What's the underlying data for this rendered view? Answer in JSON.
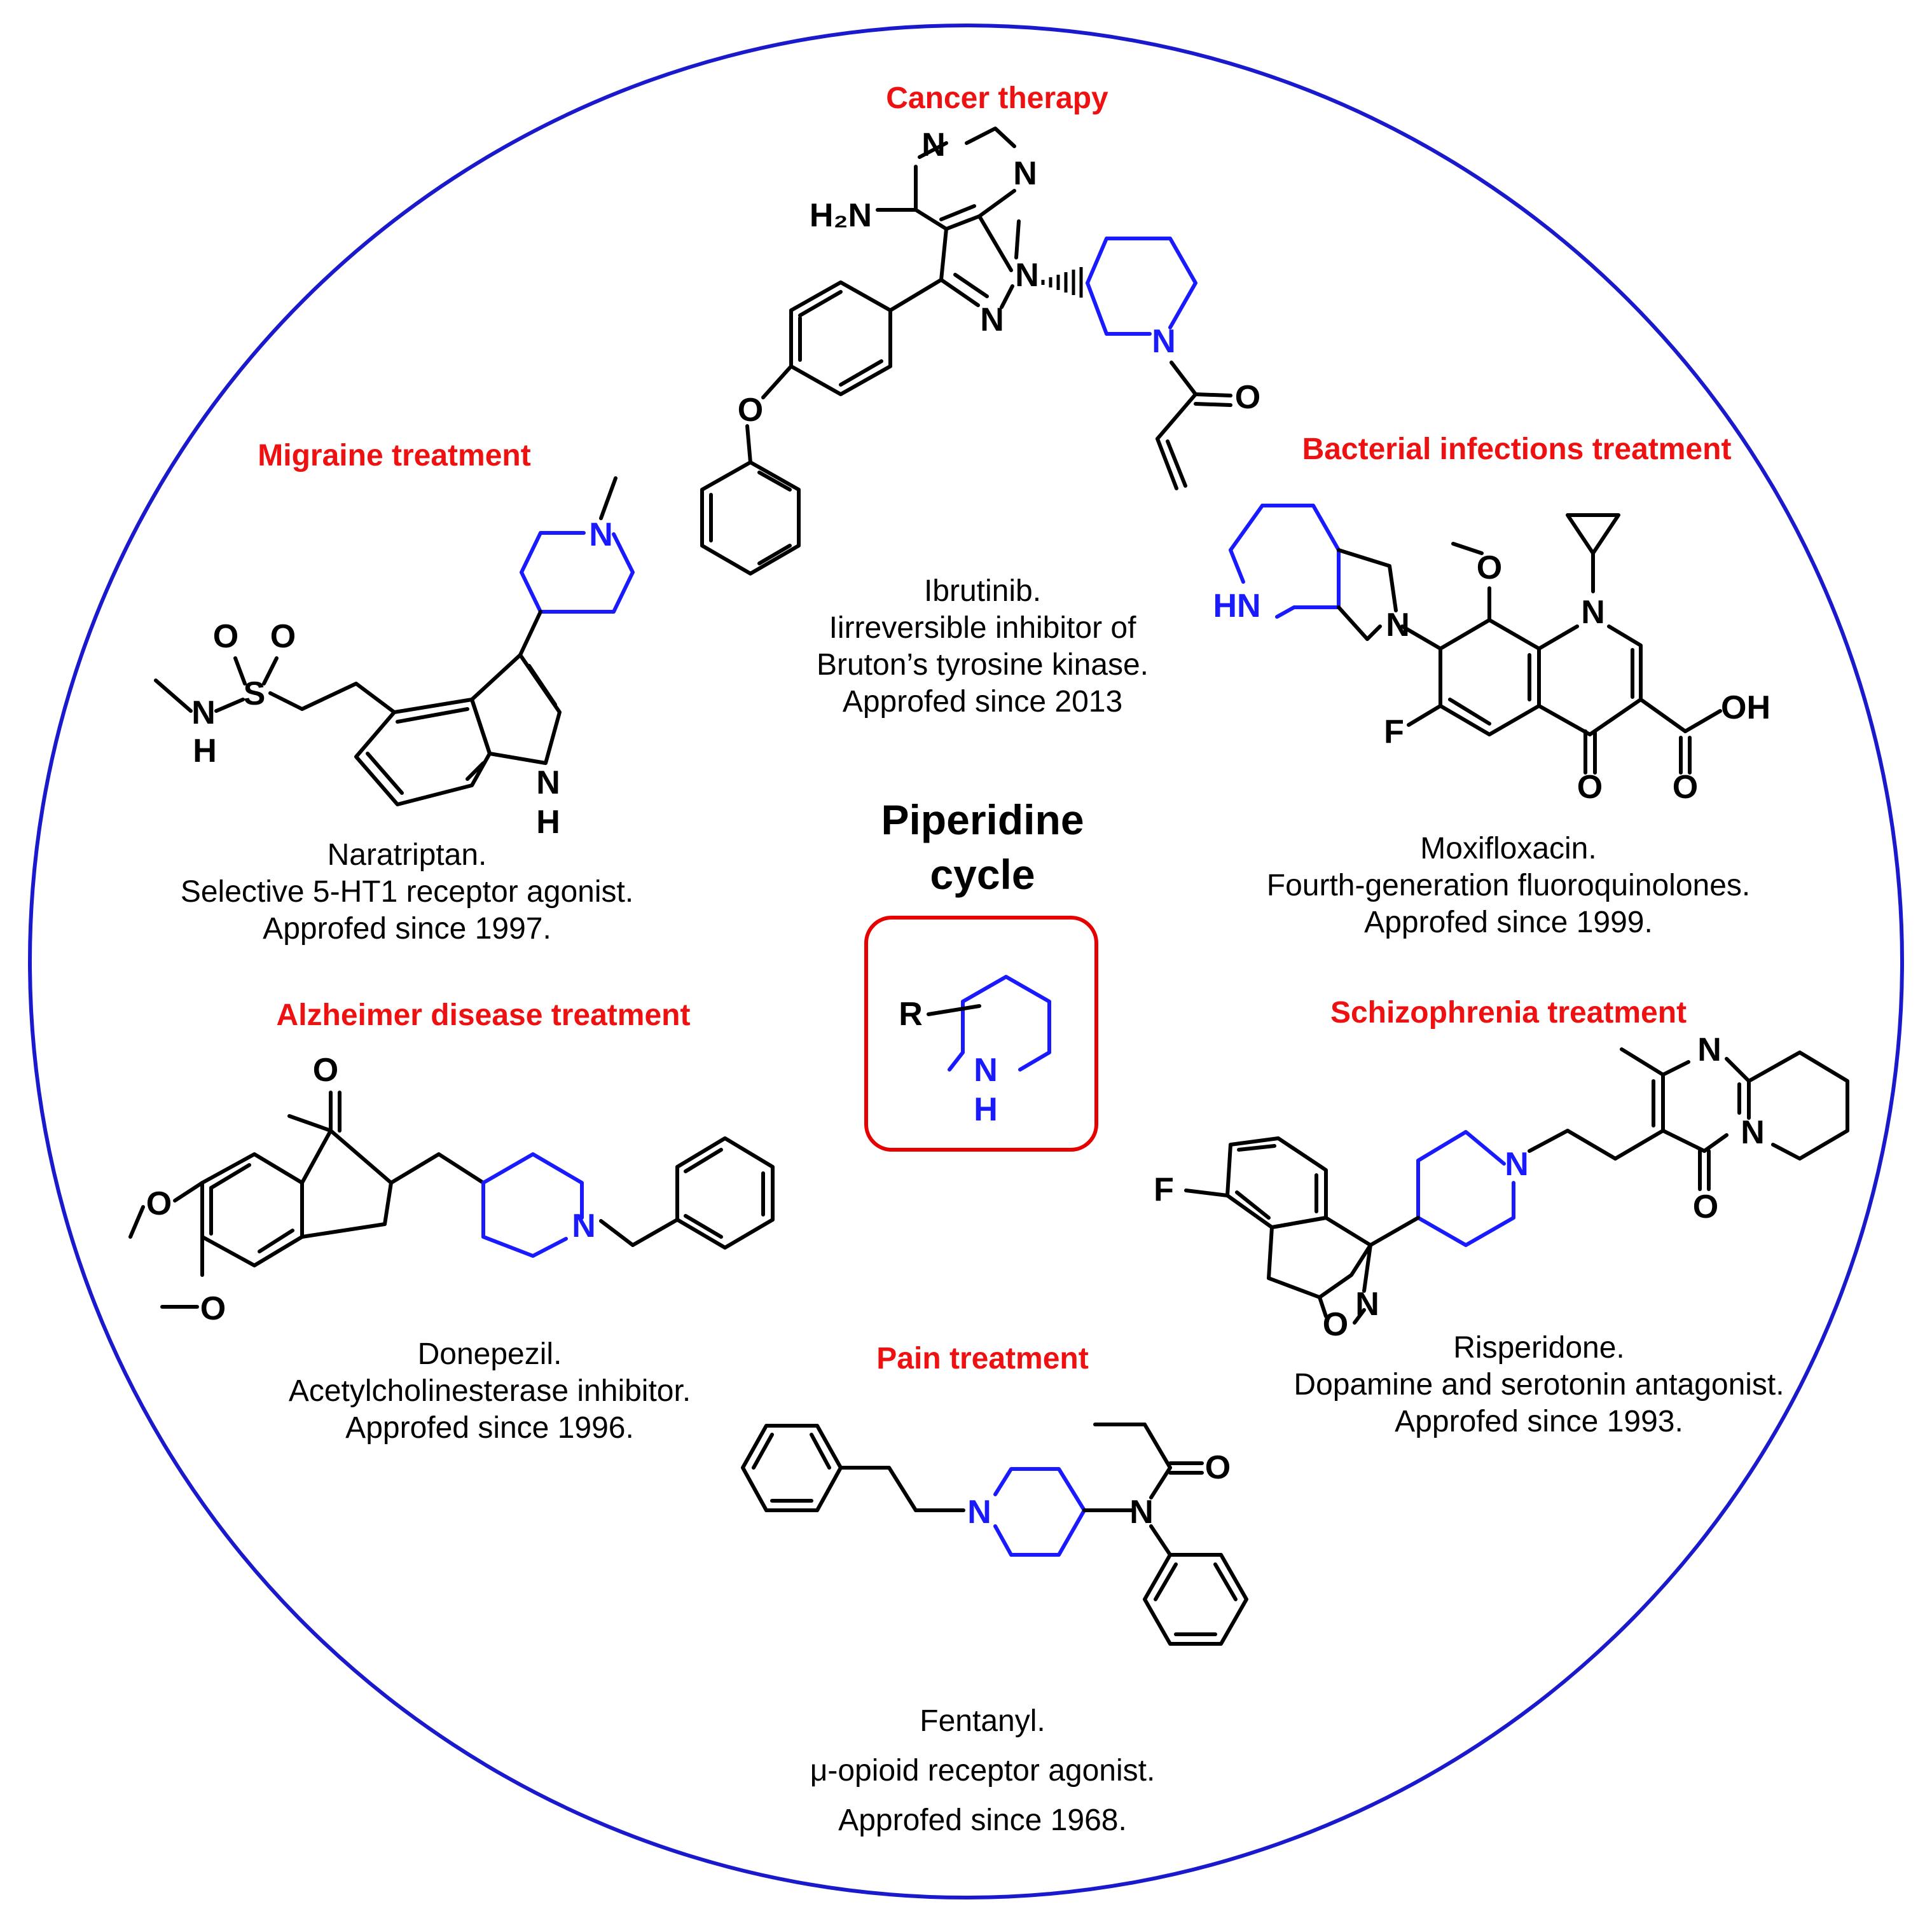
{
  "center": {
    "title_line1": "Piperidine",
    "title_line2": "cycle",
    "r_label": "R",
    "n_label": "N",
    "h_label": "H"
  },
  "sections": {
    "cancer": {
      "category": "Cancer therapy",
      "name": "Ibrutinib.",
      "line2": "Iirreversible inhibitor of",
      "line3": "Bruton’s tyrosine kinase.",
      "line4": "Approfed since 2013"
    },
    "migraine": {
      "category": "Migraine treatment",
      "name": "Naratriptan.",
      "line2": "Selective 5-HT1 receptor agonist.",
      "line3": "Approfed since 1997."
    },
    "bacterial": {
      "category": "Bacterial infections treatment",
      "name": "Moxifloxacin.",
      "line2": "Fourth-generation fluoroquinolones.",
      "line3": "Approfed since 1999."
    },
    "alzheimer": {
      "category": "Alzheimer disease treatment",
      "name": "Donepezil.",
      "line2": "Acetylcholinesterase inhibitor.",
      "line3": "Approfed since 1996."
    },
    "schizophrenia": {
      "category": "Schizophrenia treatment",
      "name": "Risperidone.",
      "line2": "Dopamine and serotonin antagonist.",
      "line3": "Approfed since 1993."
    },
    "pain": {
      "category": "Pain treatment",
      "name": "Fentanyl.",
      "line2": "μ-opioid receptor agonist.",
      "line3": "Approfed since 1968."
    }
  },
  "atoms": {
    "ibrutinib": [
      "N",
      "N",
      "H₂N",
      "N",
      "N",
      "N",
      "O",
      "O"
    ],
    "naratriptan": [
      "N",
      "O",
      "O",
      "S",
      "N",
      "H",
      "N",
      "H"
    ],
    "moxifloxacin": [
      "HN",
      "N",
      "O",
      "N",
      "F",
      "O",
      "O",
      "OH"
    ],
    "donepezil": [
      "O",
      "O",
      "O",
      "N"
    ],
    "risperidone": [
      "N",
      "N",
      "O",
      "N",
      "F",
      "N",
      "O"
    ],
    "fentanyl": [
      "O",
      "N",
      "N"
    ]
  },
  "colors": {
    "ring": "#1a1acc",
    "category": "#ee1111",
    "piperidine": "#1a1aff",
    "box": "#e60000"
  }
}
